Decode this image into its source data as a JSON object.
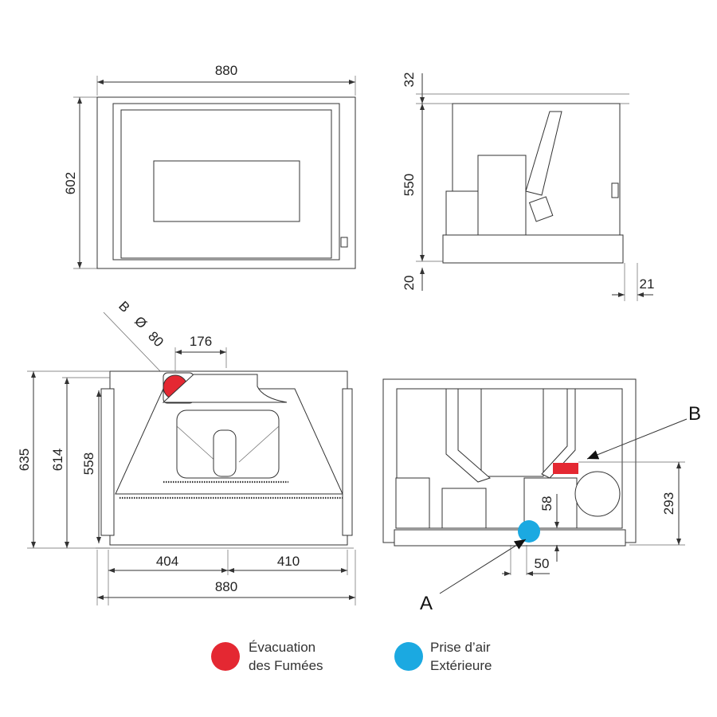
{
  "front_view": {
    "width": "880",
    "height": "602"
  },
  "side_view": {
    "top": "32",
    "height": "550",
    "bottom": "20",
    "depth_offset": "21"
  },
  "rear_view": {
    "flue_label": "B",
    "diameter_symbol": "Ø",
    "diameter": "80",
    "flue_offset": "176",
    "h_total": "635",
    "h_614": "614",
    "h_558": "558",
    "left": "404",
    "right": "410",
    "width": "880"
  },
  "bottom_view": {
    "label_b": "B",
    "label_a": "A",
    "height_b": "293",
    "height_a": "58",
    "offset_a": "50"
  },
  "legend": [
    {
      "line1": "Évacuation",
      "line2": "des Fumées",
      "color": "#e42832"
    },
    {
      "line1": "Prise d’air",
      "line2": "Extérieure",
      "color": "#1ba9e1"
    }
  ]
}
